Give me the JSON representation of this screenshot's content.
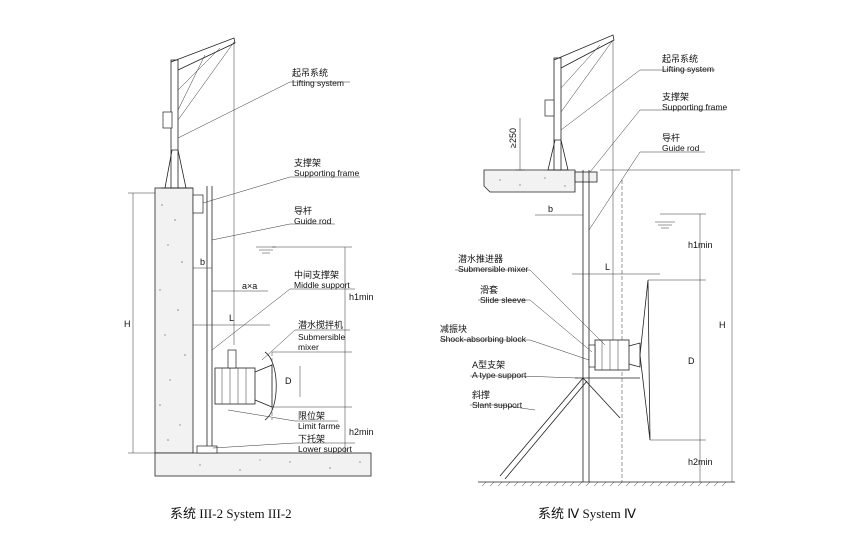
{
  "system_left": {
    "caption": "系统 III-2   System III-2",
    "labels": {
      "lifting_cn": "起吊系统",
      "lifting_en": "Lifting system",
      "frame_cn": "支撑架",
      "frame_en": "Supporting frame",
      "guide_cn": "导杆",
      "guide_en": "Guide rod",
      "middle_cn": "中间支撑架",
      "middle_en": "Middle support",
      "mixer_cn": "潜水搅拌机",
      "mixer_en1": "Submersible",
      "mixer_en2": "mixer",
      "limit_cn": "限位架",
      "limit_en": "Limit farme",
      "lower_cn": "下托架",
      "lower_en": "Lower support"
    },
    "dims": {
      "H": "H",
      "b": "b",
      "axa": "a×a",
      "L": "L",
      "D": "D",
      "h1": "h1min",
      "h2": "h2min"
    }
  },
  "system_right": {
    "caption": "系统 Ⅳ   System Ⅳ",
    "labels": {
      "lifting_cn": "起吊系统",
      "lifting_en": "Lifting system",
      "frame_cn": "支撑架",
      "frame_en": "Supporting frame",
      "guide_cn": "导杆",
      "guide_en": "Guide rod",
      "mixer_cn": "潜水推进器",
      "mixer_en": "Submersible mixer",
      "sleeve_cn": "滑套",
      "sleeve_en": "Slide sleeve",
      "shock_cn": "减振块",
      "shock_en": "Shock-absorbing block",
      "atype_cn": "A型支架",
      "atype_en": "A type support",
      "slant_cn": "斜撑",
      "slant_en": "Slant support"
    },
    "dims": {
      "ge250": "≥250",
      "b": "b",
      "L": "L",
      "H": "H",
      "D": "D",
      "h1": "h1min",
      "h2": "h2min"
    }
  }
}
